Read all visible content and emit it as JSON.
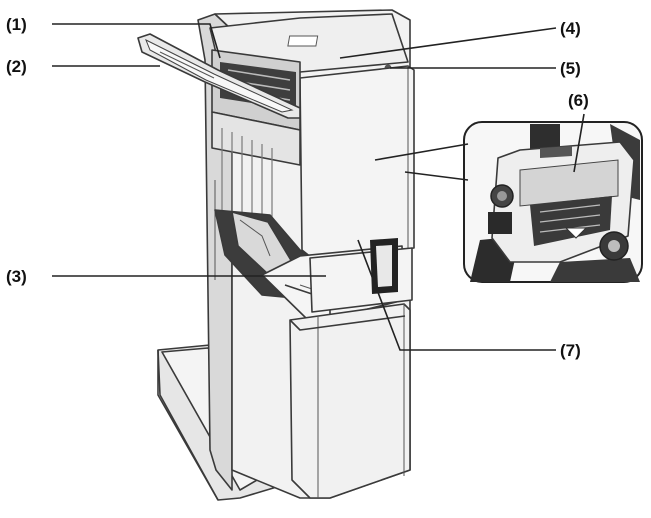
{
  "callouts": [
    {
      "id": "c1",
      "label": "(1)"
    },
    {
      "id": "c2",
      "label": "(2)"
    },
    {
      "id": "c3",
      "label": "(3)"
    },
    {
      "id": "c4",
      "label": "(4)"
    },
    {
      "id": "c5",
      "label": "(5)"
    },
    {
      "id": "c6",
      "label": "(6)"
    },
    {
      "id": "c7",
      "label": "(7)"
    }
  ],
  "colors": {
    "body_light": "#f3f3f3",
    "body_mid": "#e2e2e2",
    "body_shadow": "#c9c9c9",
    "dark_detail": "#3c3c3c",
    "outline": "#3a3a3a"
  }
}
